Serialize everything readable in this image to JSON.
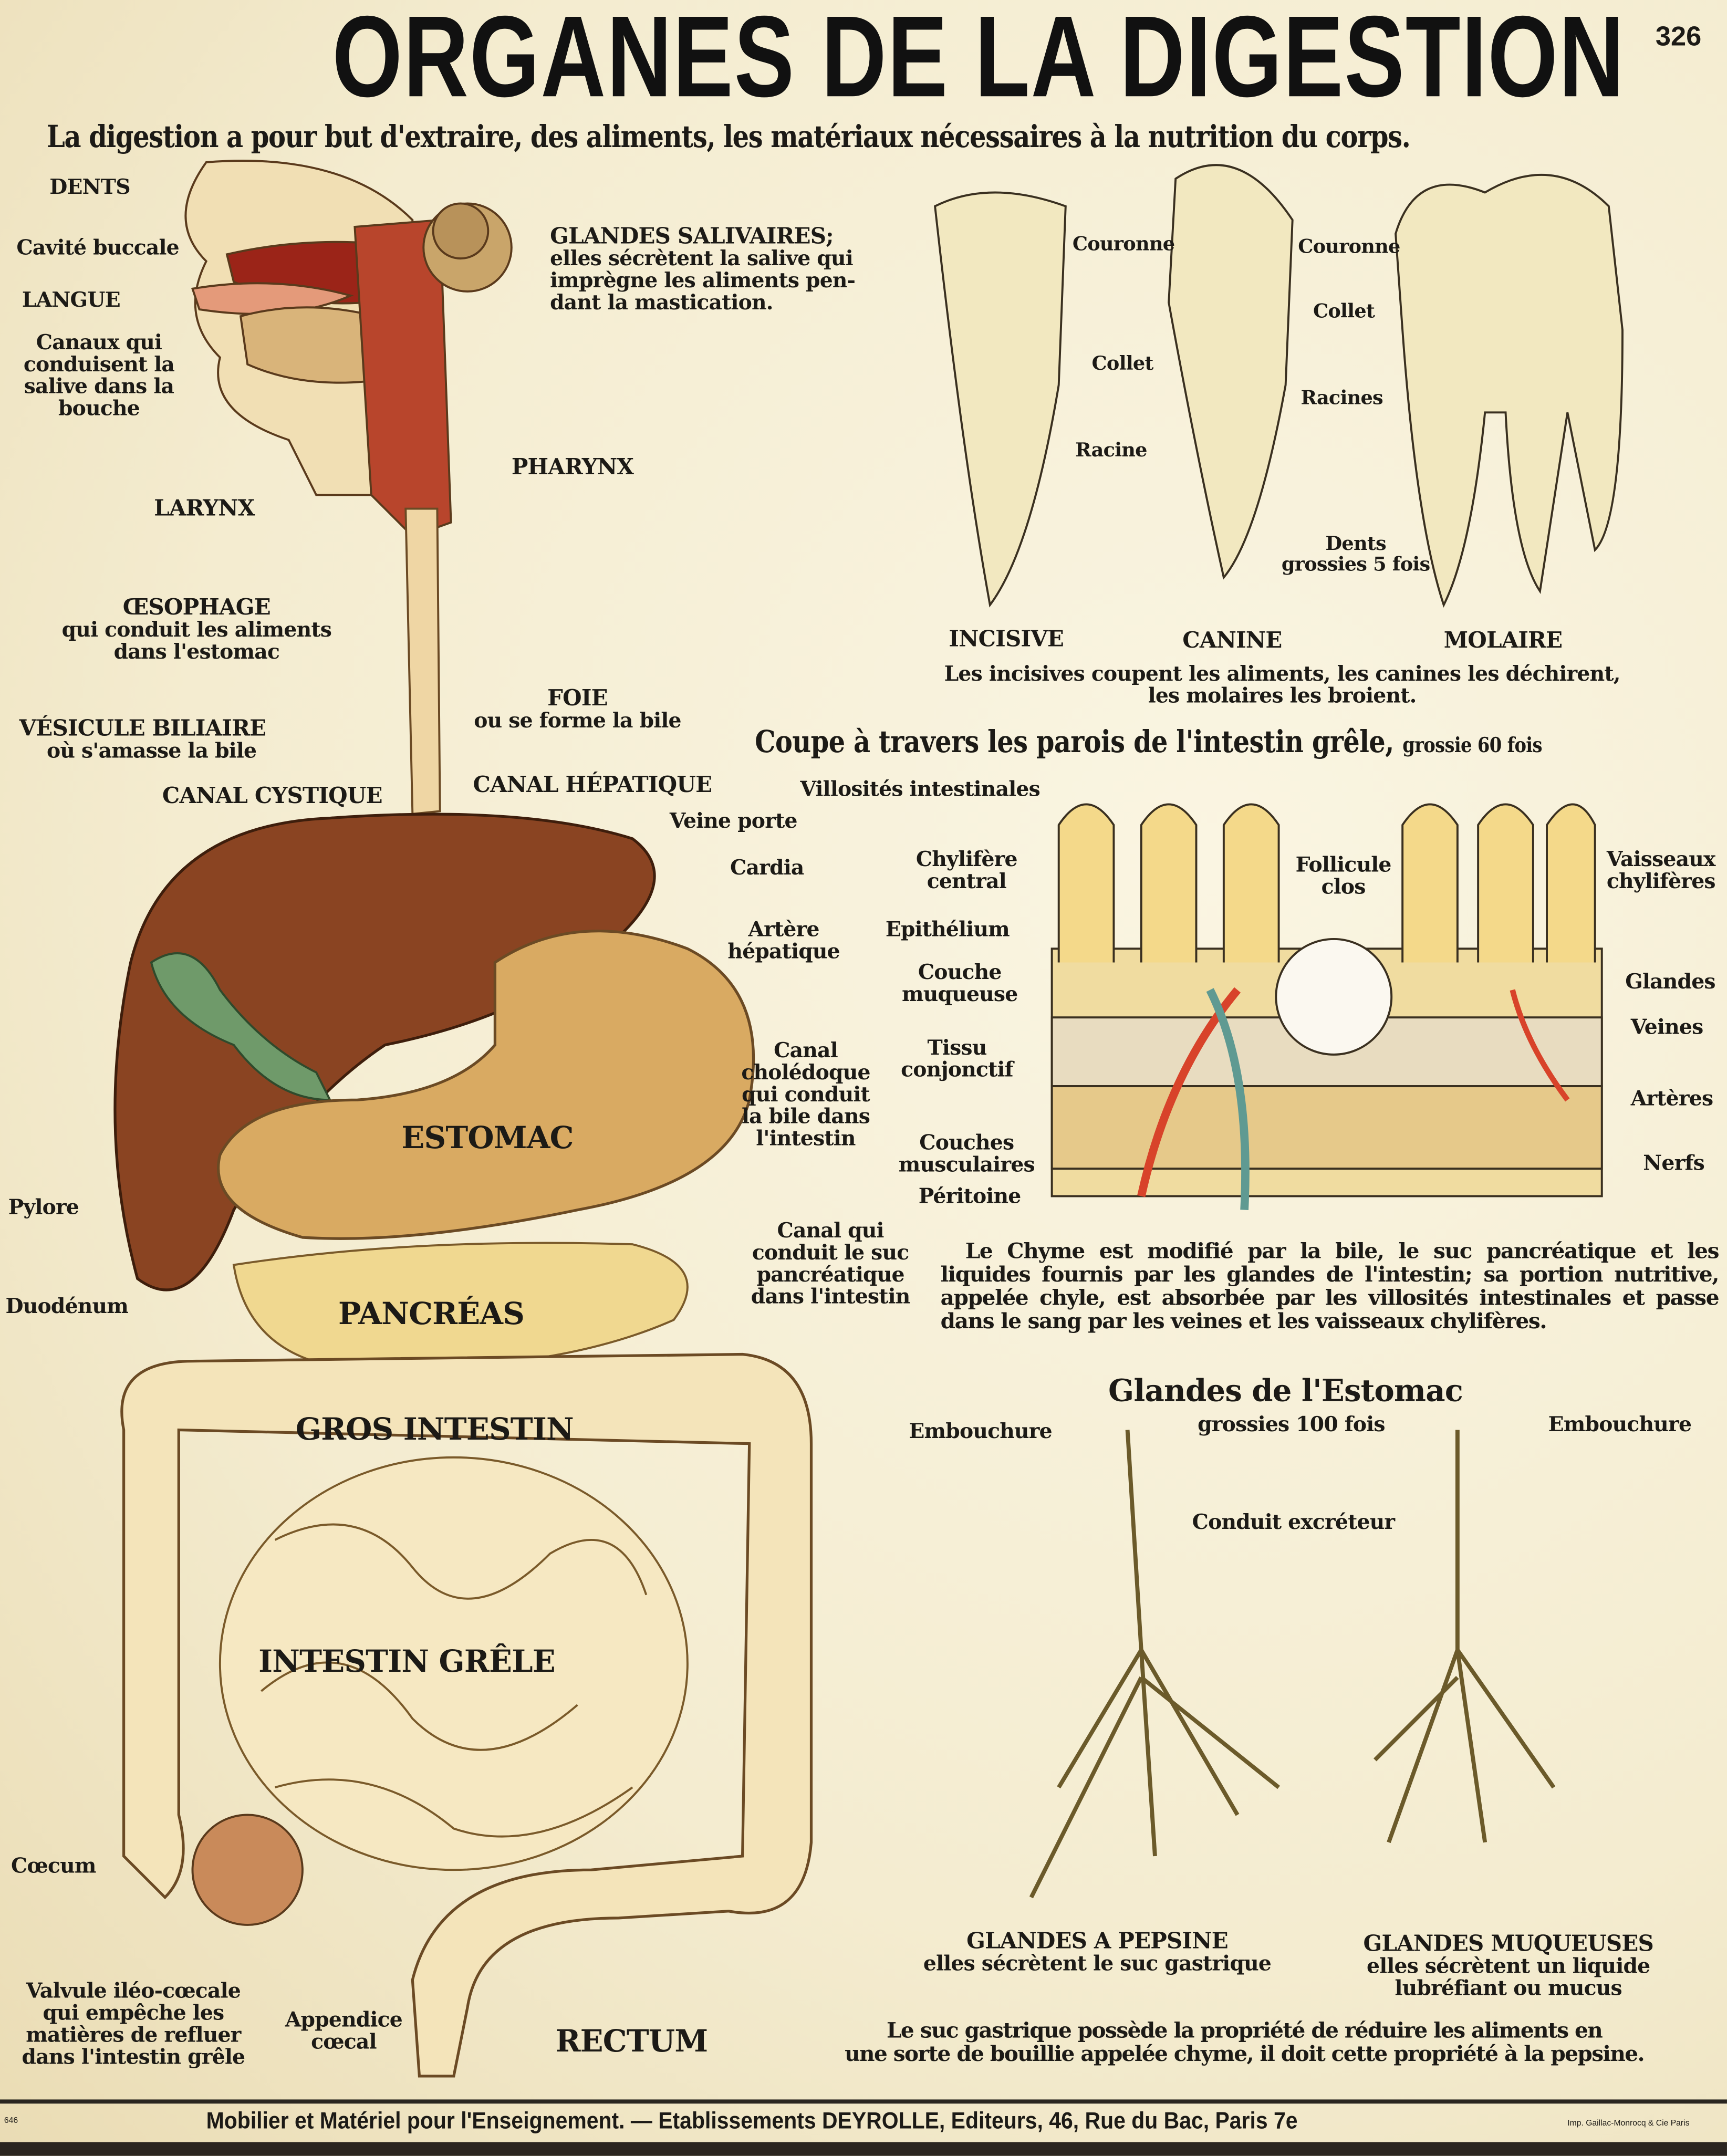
{
  "title": "ORGANES DE LA DIGESTION",
  "plate_number": "326",
  "subtitle": "La digestion a pour but d'extraire, des aliments, les matériaux nécessaires à la nutrition du corps.",
  "digestive_tract": {
    "dents": "DENTS",
    "cavite_buccale": "Cavité buccale",
    "langue": "LANGUE",
    "canaux": [
      "Canaux qui",
      "conduisent la",
      "salive dans la",
      "bouche"
    ],
    "glandes_salivaires": [
      "GLANDES SALIVAIRES;",
      "elles sécrètent la salive qui",
      "imprègne les aliments pen-",
      "dant la mastication."
    ],
    "pharynx": "PHARYNX",
    "larynx": "LARYNX",
    "oesophage": [
      "ŒSOPHAGE",
      "qui conduit les aliments",
      "dans l'estomac"
    ],
    "foie": [
      "FOIE",
      "ou se forme la bile"
    ],
    "vesicule": [
      "VÉSICULE BILIAIRE",
      "où s'amasse la bile"
    ],
    "canal_cystique": "CANAL CYSTIQUE",
    "canal_hepatique": "CANAL HÉPATIQUE",
    "veine_porte": "Veine porte",
    "cardia": "Cardia",
    "artere_hepatique": [
      "Artère",
      "hépatique"
    ],
    "canal_choledoque": [
      "Canal",
      "cholédoque",
      "qui conduit",
      "la bile dans",
      "l'intestin"
    ],
    "estomac": "ESTOMAC",
    "pylore": "Pylore",
    "duodenum": "Duodénum",
    "pancreas": "PANCRÉAS",
    "canal_pancreatique": [
      "Canal qui",
      "conduit le suc",
      "pancréatique",
      "dans l'intestin"
    ],
    "gros_intestin": "GROS INTESTIN",
    "intestin_grele": "INTESTIN GRÊLE",
    "coecum": "Cœcum",
    "valvule": [
      "Valvule iléo-cœcale",
      "qui empêche les",
      "matières de refluer",
      "dans l'intestin grêle"
    ],
    "appendice": [
      "Appendice",
      "cœcal"
    ],
    "rectum": "RECTUM"
  },
  "teeth": {
    "couronne_1": "Couronne",
    "couronne_2": "Couronne",
    "collet_1": "Collet",
    "collet_2": "Collet",
    "racines": "Racines",
    "racine": "Racine",
    "scale": [
      "Dents",
      "grossies 5 fois"
    ],
    "names": [
      "INCISIVE",
      "CANINE",
      "MOLAIRE"
    ],
    "caption": [
      "Les incisives coupent les aliments, les canines les déchirent,",
      "les molaires les broient."
    ]
  },
  "intestine_section": {
    "title": "Coupe à travers les parois de l'intestin grêle,",
    "magnification": "grossie 60 fois",
    "villosites": "Villosités intestinales",
    "chylifere": [
      "Chylifère",
      "central"
    ],
    "follicule": [
      "Follicule",
      "clos"
    ],
    "vaisseaux": [
      "Vaisseaux",
      "chylifères"
    ],
    "epithelium": "Epithélium",
    "muqueuse": [
      "Couche",
      "muqueuse"
    ],
    "glandes": "Glandes",
    "tissu": [
      "Tissu",
      "conjonctif"
    ],
    "veines": "Veines",
    "arteres": "Artères",
    "musculaires": [
      "Couches",
      "musculaires"
    ],
    "nerfs": "Nerfs",
    "peritoine": "Péritoine",
    "text": "Le Chyme est modifié par la bile, le suc pancréatique et les liquides fournis par les glandes de l'intestin; sa portion nutritive, appelée chyle, est absorbée par les villosités intestinales et passe dans le sang par les veines et les vaisseaux chylifères."
  },
  "stomach_glands": {
    "title": "Glandes de l'Estomac",
    "magnification": "grossies 100 fois",
    "embouchure_1": "Embouchure",
    "embouchure_2": "Embouchure",
    "conduit": "Conduit excréteur",
    "pepsine": [
      "GLANDES A PEPSINE",
      "elles sécrètent le suc gastrique"
    ],
    "muqueuses": [
      "GLANDES MUQUEUSES",
      "elles sécrètent un liquide",
      "lubréfiant ou mucus"
    ],
    "text": [
      "Le suc gastrique possède la propriété de réduire les aliments en",
      "une sorte de bouillie appelée chyme, il doit cette propriété à la pepsine."
    ]
  },
  "footer": "Mobilier et Matériel pour l'Enseignement. — Etablissements DEYROLLE, Editeurs, 46, Rue du Bac, Paris 7e",
  "printer": "Imp. Gaillac-Monrocq & Cie Paris",
  "code": "646",
  "colors": {
    "paper": "#f4ecd0",
    "liver": "#8a4422",
    "stomach": "#d9aa62",
    "intestine": "#f4e4ba",
    "outline": "#6b4a24",
    "vein": "#5f9a92",
    "artery": "#d8432a",
    "gall": "#6f9a6a"
  }
}
